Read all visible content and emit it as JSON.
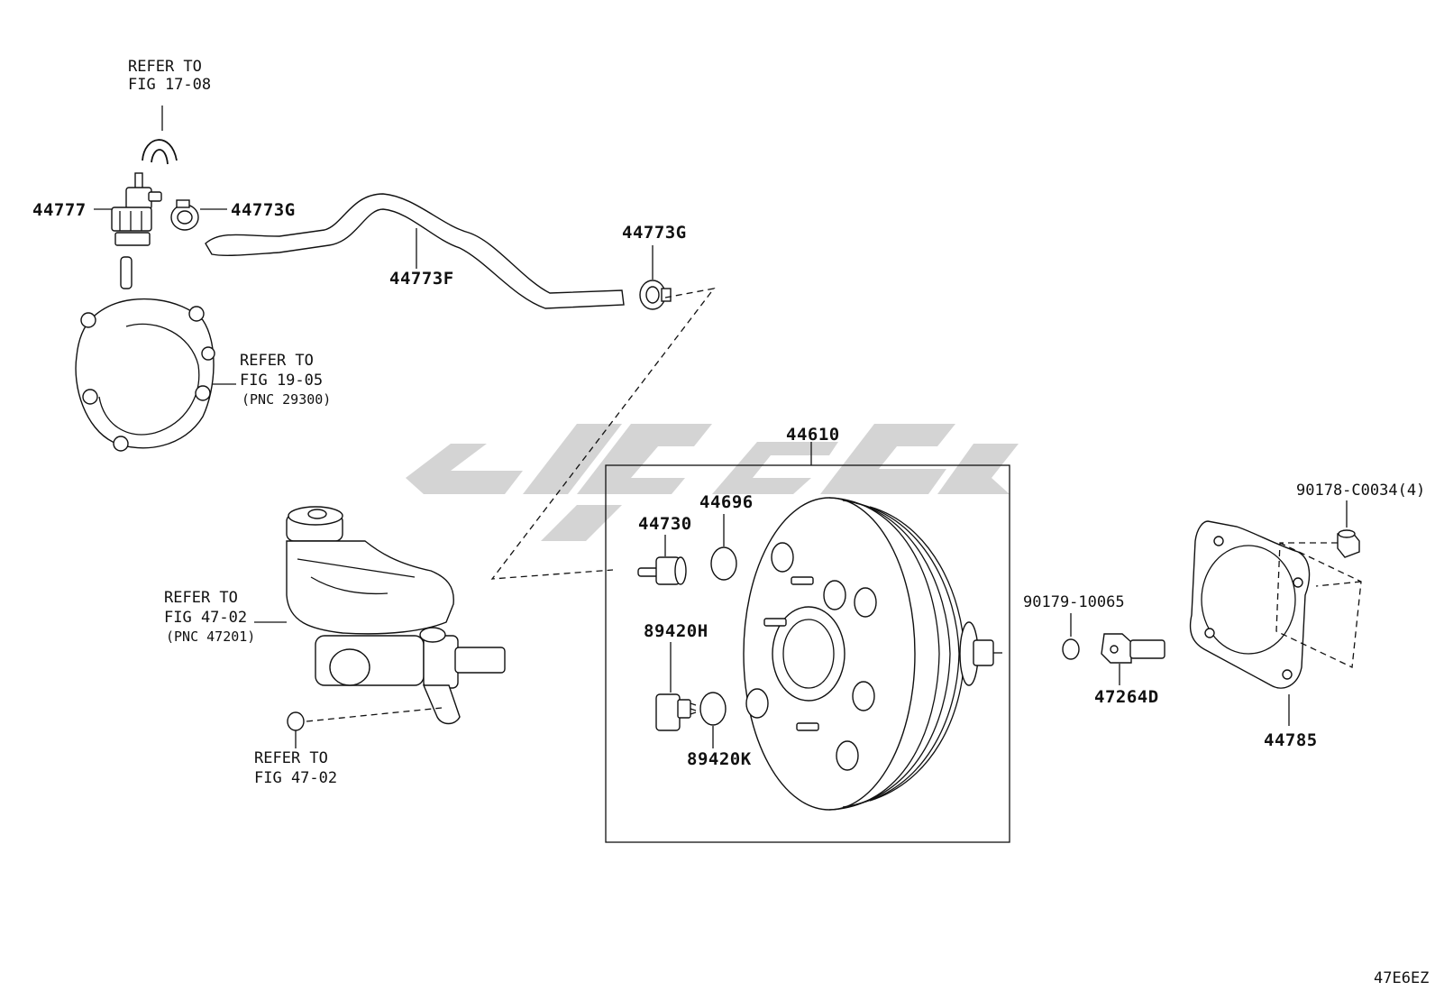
{
  "refs": {
    "fig1708": {
      "line1": "REFER TO",
      "line2": "FIG 17-08"
    },
    "fig1905": {
      "line1": "REFER TO",
      "line2": "FIG 19-05",
      "line3": "(PNC 29300)"
    },
    "fig4702a": {
      "line1": "REFER TO",
      "line2": "FIG 47-02",
      "line3": "(PNC 47201)"
    },
    "fig4702b": {
      "line1": "REFER TO",
      "line2": "FIG 47-02"
    }
  },
  "parts": {
    "p44777": "44777",
    "p44773G_a": "44773G",
    "p44773G_b": "44773G",
    "p44773F": "44773F",
    "p44610": "44610",
    "p44696": "44696",
    "p44730": "44730",
    "p89420H": "89420H",
    "p89420K": "89420K",
    "p90178": "90178-C0034(4)",
    "p90179": "90179-10065",
    "p47264D": "47264D",
    "p44785": "44785"
  },
  "diagram_code": "47E6EZ",
  "colors": {
    "line": "#111111",
    "watermark": "#d4d4d4",
    "background": "#ffffff"
  }
}
